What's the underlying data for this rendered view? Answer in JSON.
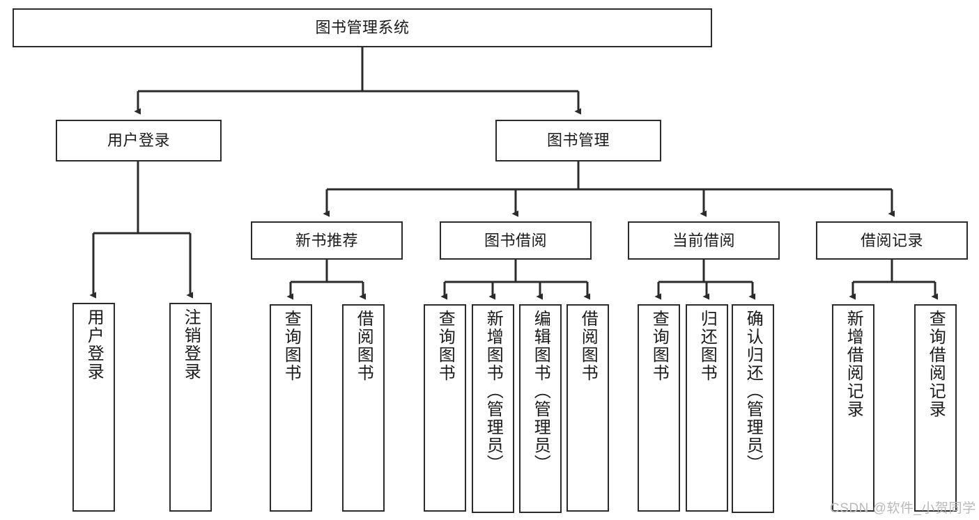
{
  "diagram": {
    "title": "图书管理系统",
    "type": "tree-hierarchy-diagram",
    "colors": {
      "box_stroke": "#2b2b2b",
      "box_fill": "#ffffff",
      "edge": "#2b2b2b",
      "text": "#1a1a1a",
      "watermark": "#b9b9b9",
      "background": "#ffffff"
    },
    "nodes": {
      "root": {
        "label": "图书管理系统"
      },
      "level2": [
        {
          "id": "user-login",
          "label": "用户登录"
        },
        {
          "id": "book-management",
          "label": "图书管理"
        }
      ],
      "level3": [
        {
          "id": "new-book-recommend",
          "label": "新书推荐"
        },
        {
          "id": "book-borrow",
          "label": "图书借阅"
        },
        {
          "id": "current-borrow",
          "label": "当前借阅"
        },
        {
          "id": "borrow-record",
          "label": "借阅记录"
        }
      ],
      "leaves": {
        "user_login": [
          {
            "id": "leaf-user-login",
            "label": "用户登录"
          },
          {
            "id": "leaf-logout-login",
            "label": "注销登录"
          }
        ],
        "new_book_recommend": [
          {
            "id": "leaf-query-book-1",
            "label": "查询图书"
          },
          {
            "id": "leaf-borrow-book-1",
            "label": "借阅图书"
          }
        ],
        "book_borrow": [
          {
            "id": "leaf-query-book-2",
            "label": "查询图书"
          },
          {
            "id": "leaf-add-book",
            "label": "新增图书（管理员）"
          },
          {
            "id": "leaf-edit-book",
            "label": "编辑图书（管理员）"
          },
          {
            "id": "leaf-borrow-book-2",
            "label": "借阅图书"
          }
        ],
        "current_borrow": [
          {
            "id": "leaf-query-book-3",
            "label": "查询图书"
          },
          {
            "id": "leaf-return-book",
            "label": "归还图书"
          },
          {
            "id": "leaf-confirm-return",
            "label": "确认归还（管理员）"
          }
        ],
        "borrow_record": [
          {
            "id": "leaf-add-record",
            "label": "新增借阅记录"
          },
          {
            "id": "leaf-query-record",
            "label": "查询借阅记录"
          }
        ]
      }
    },
    "watermark": "CSDN @软件_小贺同学"
  }
}
